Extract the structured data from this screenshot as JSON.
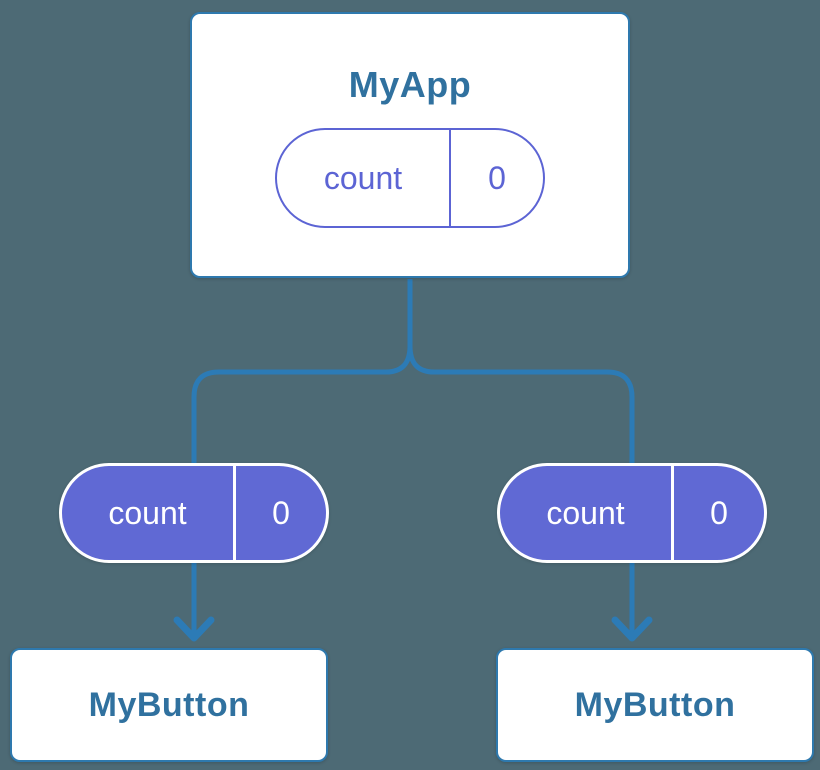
{
  "colors": {
    "canvas-bg": "#4d6a75",
    "connector-blue": "#2c7bb6",
    "card-border-blue": "#2e79ae",
    "card-bg": "#ffffff",
    "heading-blue": "#30719f",
    "pill-purple": "#6069d4",
    "pill-outline-purple": "#5c64d4",
    "pill-text-white": "#ffffff"
  },
  "diagram": {
    "root": {
      "title": "MyApp",
      "state_pill": {
        "name": "count",
        "value": "0"
      }
    },
    "children": [
      {
        "prop_pill": {
          "name": "count",
          "value": "0"
        },
        "title": "MyButton"
      },
      {
        "prop_pill": {
          "name": "count",
          "value": "0"
        },
        "title": "MyButton"
      }
    ]
  }
}
